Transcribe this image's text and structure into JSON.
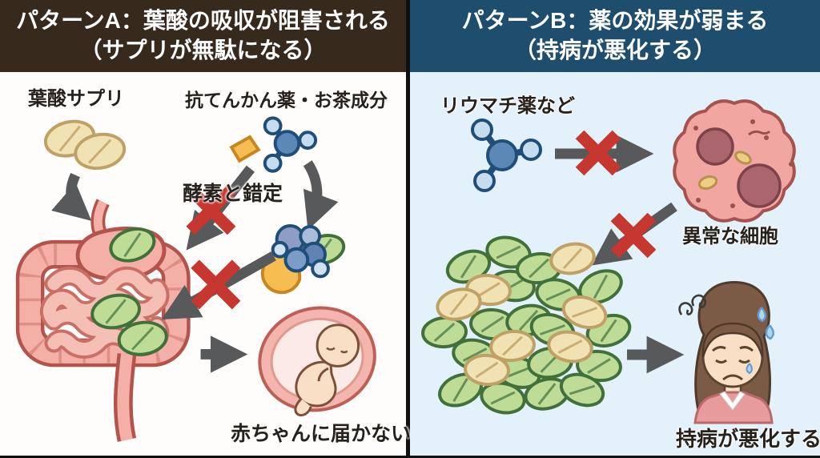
{
  "panels": {
    "a": {
      "header_line1": "パターンA：葉酸の吸収が阻害される",
      "header_line2": "（サプリが無駄になる）",
      "label_supplement": "葉酸サプリ",
      "label_blocker": "抗てんかん薬・お茶成分",
      "label_enzyme": "酵素と錯定",
      "caption_outcome": "赤ちゃんに届かない"
    },
    "b": {
      "header_line1": "パターンB：薬の効果が弱まる",
      "header_line2": "（持病が悪化する）",
      "label_drug": "リウマチ薬など",
      "label_cell": "異常な細胞",
      "caption_outcome": "持病が悪化する"
    }
  },
  "colors": {
    "panel_a_header_bg": "#38291d",
    "panel_b_header_bg": "#1e4d6e",
    "panel_a_bg": "#fffdfb",
    "panel_b_bg": "#e2f1fa",
    "header_text": "#ffffff",
    "label_text": "#27211c",
    "divider": "#101010",
    "arrow": "#58595b",
    "cross": "#c5372f",
    "pill_tan_fill": "#f1e2b3",
    "pill_tan_stroke": "#bfa065",
    "pill_green_fill": "#bedc96",
    "pill_green_stroke": "#41703a",
    "molecule_main": "#5c88b8",
    "molecule_light": "#c6ddef",
    "molecule_stroke": "#1f4e79",
    "enzyme_fill": "#f5bd52",
    "enzyme_stroke": "#c8861e",
    "organ_fill": "#f4b0a7",
    "organ_stroke": "#b2544b",
    "cell_fill": "#f1a6a2",
    "cell_stroke": "#a65350",
    "nucleus": "#aa666c",
    "skin": "#f8dfc6",
    "hair": "#7b5b45",
    "top_pink": "#e89b9b",
    "sweat": "#aed6ef"
  }
}
